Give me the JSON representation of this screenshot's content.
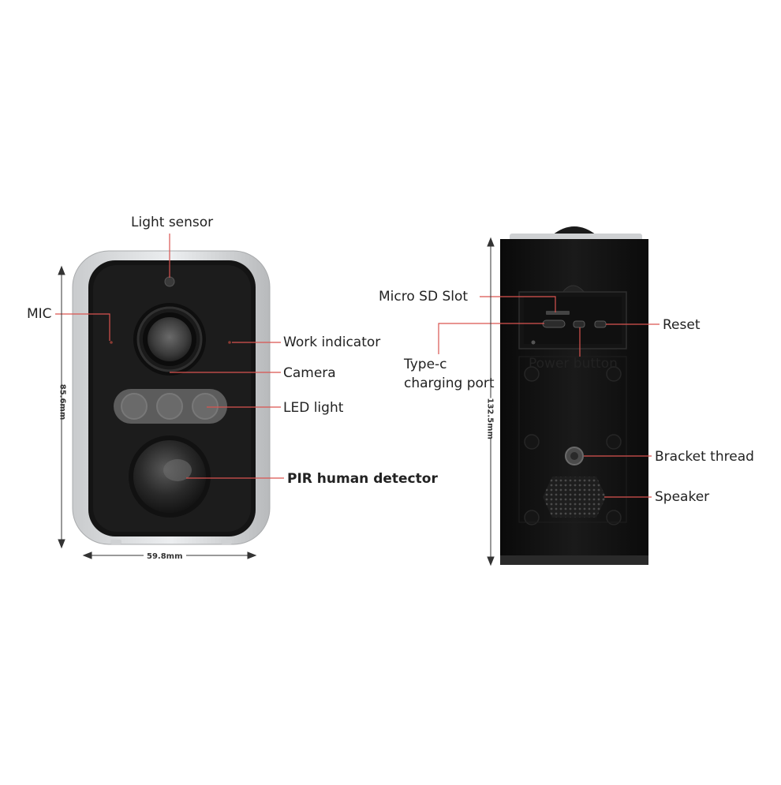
{
  "front_view": {
    "labels": {
      "light_sensor": "Light sensor",
      "mic": "MIC",
      "work_indicator": "Work indicator",
      "camera": "Camera",
      "led_light": "LED light",
      "pir": "PIR human detector"
    },
    "dimensions": {
      "height": "85.6mm",
      "width": "59.8mm"
    }
  },
  "back_view": {
    "labels": {
      "micro_sd": "Micro SD Slot",
      "reset": "Reset",
      "type_c_line1": "Type-c",
      "type_c_line2": "charging port",
      "power_button": "Power button",
      "bracket_thread": "Bracket thread",
      "speaker": "Speaker"
    },
    "dimensions": {
      "height": "132.5mm"
    }
  },
  "colors": {
    "leader_line": "#d9534f",
    "device_body": "#111111",
    "bezel": "#d7d9db"
  }
}
